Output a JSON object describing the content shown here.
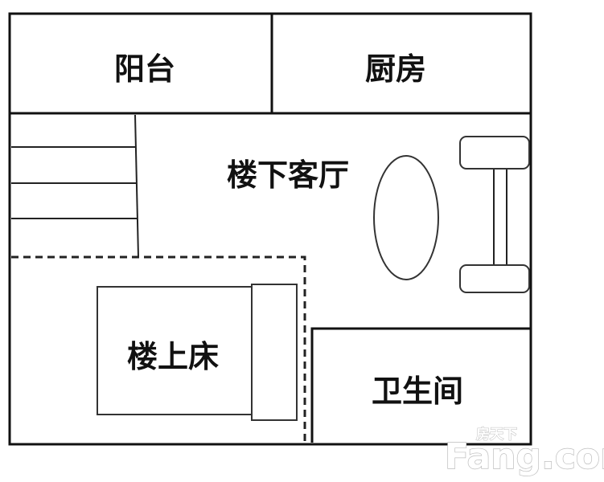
{
  "rooms": {
    "balcony": "阳台",
    "kitchen": "厨房",
    "living_room": "楼下客厅",
    "loft_bed": "楼上床",
    "bathroom": "卫生间"
  },
  "watermark": {
    "brand": "Fang.com",
    "brand_cn": "房天下"
  }
}
